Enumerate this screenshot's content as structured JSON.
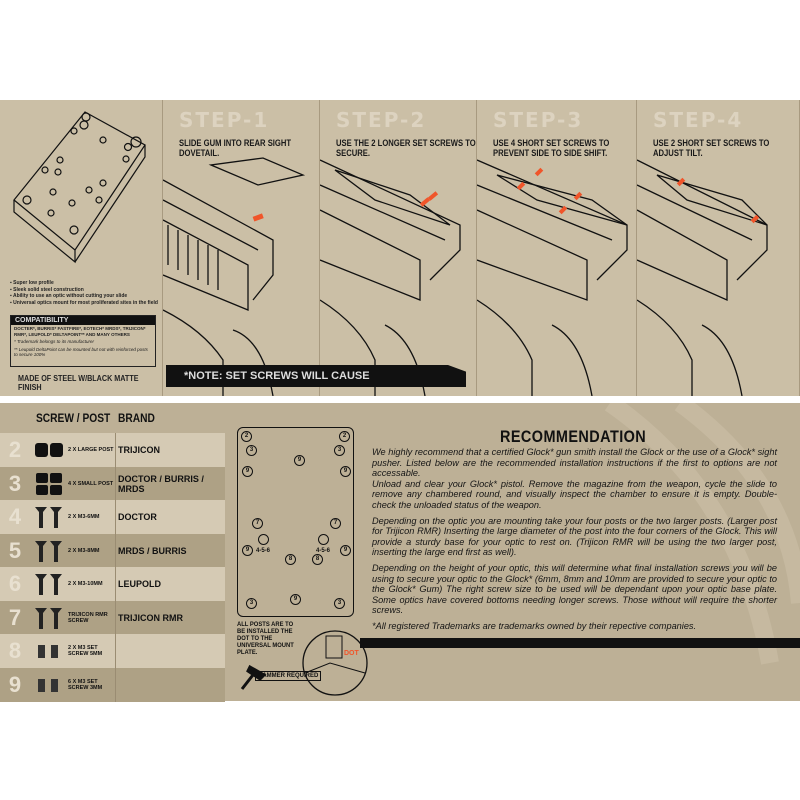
{
  "top": {
    "features": [
      "Super low profile",
      "Sleek solid steel construction",
      "Ability to use an optic without cutting your slide",
      "Universal optics mount for most proliferated sites in the field"
    ],
    "compatibility": {
      "heading": "COMPATIBILITY",
      "brands": "DOCTER*, BURRIS* FASTFIRE*, EOTECH* MRDS*, TRIJICON* RMR*, LEUPOLD* DELTAPOINT** AND MANY OTHERS",
      "note1": "* Trademark belongs to its manufacturer",
      "note2": "** Leupold DeltaPoint can be mounted but not with reinforced posts to secure 100%"
    },
    "material": "MADE OF STEEL W/BLACK MATTE FINISH",
    "steps": [
      {
        "title": "STEP-1",
        "text": "SLIDE GUM INTO REAR SIGHT DOVETAIL."
      },
      {
        "title": "STEP-2",
        "text": "USE THE 2 LONGER SET SCREWS TO SECURE."
      },
      {
        "title": "STEP-3",
        "text": "USE 4 SHORT SET SCREWS TO PREVENT SIDE TO SIDE SHIFT."
      },
      {
        "title": "STEP-4",
        "text": "USE 2 SHORT SET SCREWS TO ADJUST TILT."
      }
    ],
    "note": "*NOTE: SET SCREWS WILL CAUSE DENTS/SCRATCHES IN SLIDE."
  },
  "table": {
    "headers": [
      "SCREW / POST",
      "BRAND"
    ],
    "rows": [
      {
        "num": "2",
        "desc": "2 X LARGE POST",
        "brand": "TRIJICON",
        "icon": "large-post"
      },
      {
        "num": "3",
        "desc": "4 X SMALL POST",
        "brand": "DOCTOR / BURRIS / MRDS",
        "icon": "small-post"
      },
      {
        "num": "4",
        "desc": "2 X M3-6MM",
        "brand": "DOCTOR",
        "icon": "screw"
      },
      {
        "num": "5",
        "desc": "2 X M3-8MM",
        "brand": "MRDS / BURRIS",
        "icon": "screw"
      },
      {
        "num": "6",
        "desc": "2 X M3-10MM",
        "brand": "LEUPOLD",
        "icon": "screw"
      },
      {
        "num": "7",
        "desc": "TRIJICON RMR SCREW",
        "brand": "TRIJICON RMR",
        "icon": "screw"
      },
      {
        "num": "8",
        "desc": "2 X M3 SET SCREW 5MM",
        "brand": "",
        "icon": "set-screw"
      },
      {
        "num": "9",
        "desc": "6 X M3 SET SCREW 3MM",
        "brand": "",
        "icon": "set-screw"
      }
    ]
  },
  "plate": {
    "holes": [
      "2",
      "2",
      "3",
      "3",
      "9",
      "9",
      "9",
      "7",
      "7",
      "4-5-6",
      "4-5-6",
      "9",
      "9",
      "8",
      "8",
      "3",
      "9",
      "3"
    ],
    "posts_note": "ALL POSTS ARE TO BE INSTALLED THE DOT TO THE UNIVERSAL MOUNT PLATE.",
    "dot_label": "DOT",
    "hammer_label": "HAMMER REQUIRED"
  },
  "recommendation": {
    "title": "RECOMMENDATION",
    "p1": "We highly recommend that a certified Glock* gun smith install the Glock            or the use of a Glock* sight pusher. Listed below are the recommended installation instructions if the first to options are not accessable.",
    "p2": "Unload and clear your Glock* pistol. Remove the magazine from the weapon, cycle the slide to remove any chambered round, and visually inspect the chamber to ensure it is empty. Double-check the unloaded status of the weapon.",
    "p3": "Depending on the optic you are mounting take your four posts or the two larger posts. (Larger post for Trijicon RMR) Inserting the large diameter of the post into the four corners of the Glock.          This will provide a sturdy base for your optic to rest on. (Trijicon RMR will be using the two larger post, inserting the large end first as well).",
    "p4": "Depending on the height of your optic, this will determine what final installation screws you will be using to secure your optic to the Glock*           (6mm, 8mm and 10mm are provided to secure your optic to the Glock* Gum) The right screw size to be used will be dependant upon your optic base plate. Some optics have covered bottoms needing longer screws. Those without will require the shorter screws.",
    "footnote": "*All registered Trademarks are trademarks owned by their repective companies."
  },
  "colors": {
    "panel": "#cbbfa6",
    "bottom": "#bdb096",
    "accent": "#f0552a",
    "ink": "#111111"
  }
}
